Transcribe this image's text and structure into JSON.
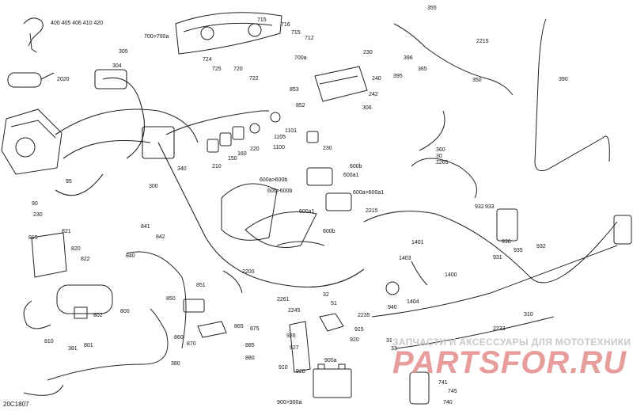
{
  "diagram_code": "20C1807",
  "watermark": {
    "line1": "ЗАПЧАСТИ И АКСЕССУАРЫ ДЛЯ МОТОТЕХНИКИ",
    "line2": "PARTSFOR.RU"
  },
  "callouts": [
    "400 405 406 410 420",
    "2020",
    "305",
    "304",
    "700>700a",
    "715",
    "716",
    "715",
    "712",
    "724",
    "725",
    "720",
    "722",
    "700a",
    "355",
    "230",
    "396",
    "365",
    "2215",
    "395",
    "350",
    "390",
    "240",
    "853",
    "852",
    "242",
    "306",
    "1101",
    "1105",
    "1100",
    "220",
    "160",
    "150",
    "210",
    "230",
    "340",
    "300",
    "95",
    "90",
    "230",
    "360",
    "30",
    "2265",
    "600a>600b",
    "600b",
    "600a1",
    "600>600b",
    "600a>600a1",
    "600a1",
    "600b",
    "2215",
    "932",
    "933",
    "930",
    "935",
    "932",
    "931",
    "841",
    "842",
    "840",
    "815",
    "821",
    "820",
    "822",
    "800",
    "802",
    "810",
    "381",
    "801",
    "2200",
    "850",
    "851",
    "860",
    "870",
    "865",
    "875",
    "885",
    "880",
    "380",
    "1401",
    "1403",
    "1400",
    "1404",
    "32",
    "51",
    "2261",
    "2245",
    "940",
    "2235",
    "915",
    "920",
    "926",
    "927",
    "910",
    "920",
    "900a",
    "31",
    "33",
    "2233",
    "310",
    "741",
    "745",
    "740",
    "900>900a"
  ]
}
